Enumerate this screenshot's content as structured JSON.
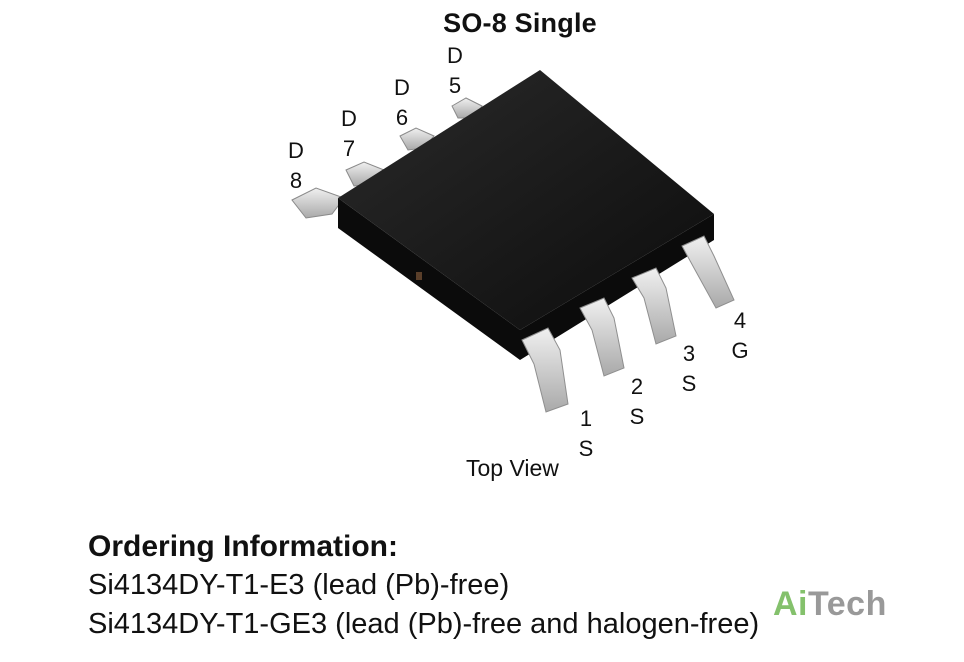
{
  "title": "SO-8 Single",
  "pins": [
    {
      "number": "8",
      "name": "D"
    },
    {
      "number": "7",
      "name": "D"
    },
    {
      "number": "6",
      "name": "D"
    },
    {
      "number": "5",
      "name": "D"
    },
    {
      "number": "1",
      "name": "S"
    },
    {
      "number": "2",
      "name": "S"
    },
    {
      "number": "3",
      "name": "S"
    },
    {
      "number": "4",
      "name": "G"
    }
  ],
  "view_label": "Top View",
  "ordering": {
    "heading": "Ordering Information:",
    "lines": [
      "Si4134DY-T1-E3 (lead (Pb)-free)",
      "Si4134DY-T1-GE3 (lead (Pb)-free and halogen-free)"
    ]
  },
  "watermark": {
    "part1": "Ai",
    "part2": "Tech"
  },
  "colors": {
    "package_body": "#141414",
    "lead": "#d9d9d9",
    "watermark_green": "#62af42",
    "watermark_gray": "#6e6e6e"
  }
}
